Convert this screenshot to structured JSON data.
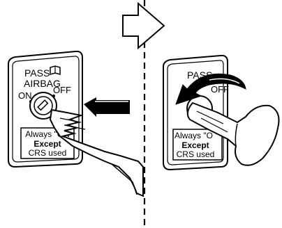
{
  "left_panel": {
    "line1": "PASS",
    "line2": "AIRBAG",
    "on_label": "ON",
    "off_label": "OFF",
    "warning": {
      "line1": "Always \"ON",
      "line2": "Except",
      "line3": "CRS used"
    }
  },
  "right_panel": {
    "line1": "PASS",
    "off_label": "OFF",
    "warning": {
      "line1": "Always \"O",
      "line2": "Except",
      "line3": "CRS used"
    }
  },
  "icons": [
    "arrow-right-icon",
    "insert-arrow-icon",
    "rotate-arrow-icon",
    "book-icon",
    "key-icon"
  ]
}
